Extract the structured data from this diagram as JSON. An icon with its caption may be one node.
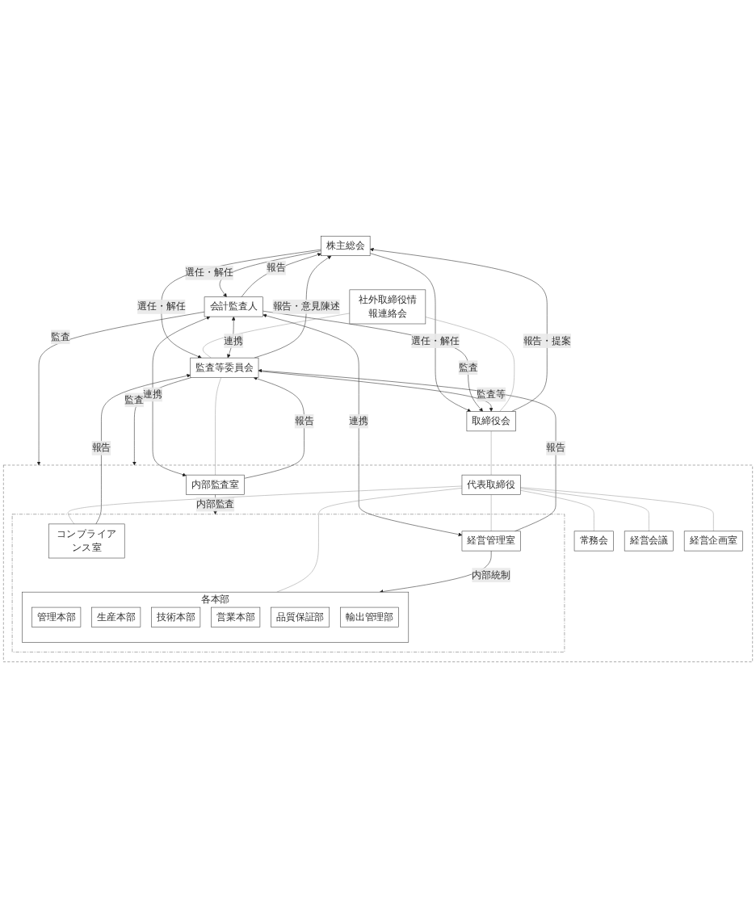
{
  "diagram": {
    "nodes": [
      {
        "text": [
          "株主総会"
        ]
      },
      {
        "text": [
          "会計監査人"
        ]
      },
      {
        "text": [
          "取締役会"
        ]
      },
      {
        "text": [
          "監査等委員会"
        ]
      },
      {
        "text": [
          "社外取締役情報連絡会"
        ]
      },
      {
        "text": [],
        "shape": "box"
      },
      {
        "text": [
          "内部監査室"
        ],
        "in": 5
      },
      {
        "text": [
          "代表取締役"
        ],
        "in": 5
      },
      {
        "text": [
          "常務会"
        ],
        "in": 5
      },
      {
        "text": [
          "経営会議"
        ],
        "in": 5
      },
      {
        "text": [
          "経営企画室"
        ],
        "in": 5
      },
      {
        "text": [],
        "shape": "box",
        "in": 5
      },
      {
        "text": [
          "経営管理室"
        ],
        "in": 11
      },
      {
        "text": [
          "コンプライアンス室"
        ],
        "in": 11
      },
      {
        "text": [
          "各本部"
        ],
        "in": 11
      },
      {
        "text": [
          "管理本部"
        ],
        "in": 14
      },
      {
        "text": [
          "生産本部"
        ],
        "in": 14
      },
      {
        "text": [
          "技術本部"
        ],
        "in": 14
      },
      {
        "text": [
          "営業本部"
        ],
        "in": 14
      },
      {
        "text": [
          "品質保証部"
        ],
        "in": 14
      },
      {
        "text": [
          "輸出管理部"
        ],
        "in": 14
      }
    ],
    "edges": [
      {
        "from": 0,
        "to": 3,
        "arrow": "to",
        "label": "選任・解任"
      },
      {
        "from": 3,
        "to": 0,
        "arrow": "to",
        "label": "報告・意見陳述"
      },
      {
        "from": 0,
        "to": 2,
        "arrow": "to",
        "label": "選任・解任"
      },
      {
        "from": 2,
        "to": 0,
        "arrow": "to",
        "label": "報告・提案"
      },
      {
        "from": 0,
        "to": 1,
        "arrow": "to",
        "label": "選任・解任"
      },
      {
        "from": 1,
        "to": 0,
        "arrow": "to",
        "label": "報告"
      },
      {
        "from": 1,
        "to": 2,
        "arrow": "to",
        "label": "監査"
      },
      {
        "from": 3,
        "to": 2,
        "arrow": "to",
        "label": "監査等"
      },
      {
        "from": 4,
        "to": 2,
        "arrow": "none",
        "color": "#999999"
      },
      {
        "from": 4,
        "to": 3,
        "arrow": "none",
        "color": "#999999"
      },
      {
        "from": 1,
        "to": 5,
        "arrow": "to",
        "label": "監査"
      },
      {
        "from": 1,
        "to": 12,
        "arrow": "both",
        "label": "連携"
      },
      {
        "from": 1,
        "to": 6,
        "arrow": "both",
        "label": "連携"
      },
      {
        "from": 1,
        "to": 3,
        "arrow": "both",
        "label": "連携"
      },
      {
        "from": 3,
        "to": 5,
        "arrow": "to",
        "label": "監査"
      },
      {
        "from": 3,
        "to": 6,
        "arrow": "none",
        "color": "#999999"
      },
      {
        "from": 6,
        "to": 3,
        "arrow": "to",
        "label": "報告"
      },
      {
        "from": 13,
        "to": 3,
        "arrow": "to",
        "label": "報告"
      },
      {
        "from": 12,
        "to": 3,
        "arrow": "to",
        "label": "報告"
      },
      {
        "from": 6,
        "to": 11,
        "arrow": "to",
        "label": "内部監査"
      },
      {
        "from": 2,
        "to": 7,
        "arrow": "none",
        "color": "#999999"
      },
      {
        "from": 7,
        "to": 8,
        "arrow": "none",
        "color": "#999999"
      },
      {
        "from": 7,
        "to": 9,
        "arrow": "none",
        "color": "#999999"
      },
      {
        "from": 7,
        "to": 10,
        "arrow": "none",
        "color": "#999999"
      },
      {
        "from": 7,
        "to": 13,
        "arrow": "none",
        "color": "#999999"
      },
      {
        "from": 7,
        "to": 12,
        "arrow": "none",
        "color": "#999999"
      },
      {
        "from": 7,
        "to": 14,
        "arrow": "none",
        "color": "#999999"
      },
      {
        "from": 12,
        "to": 14,
        "arrow": "to",
        "label": "内部統制"
      }
    ]
  }
}
